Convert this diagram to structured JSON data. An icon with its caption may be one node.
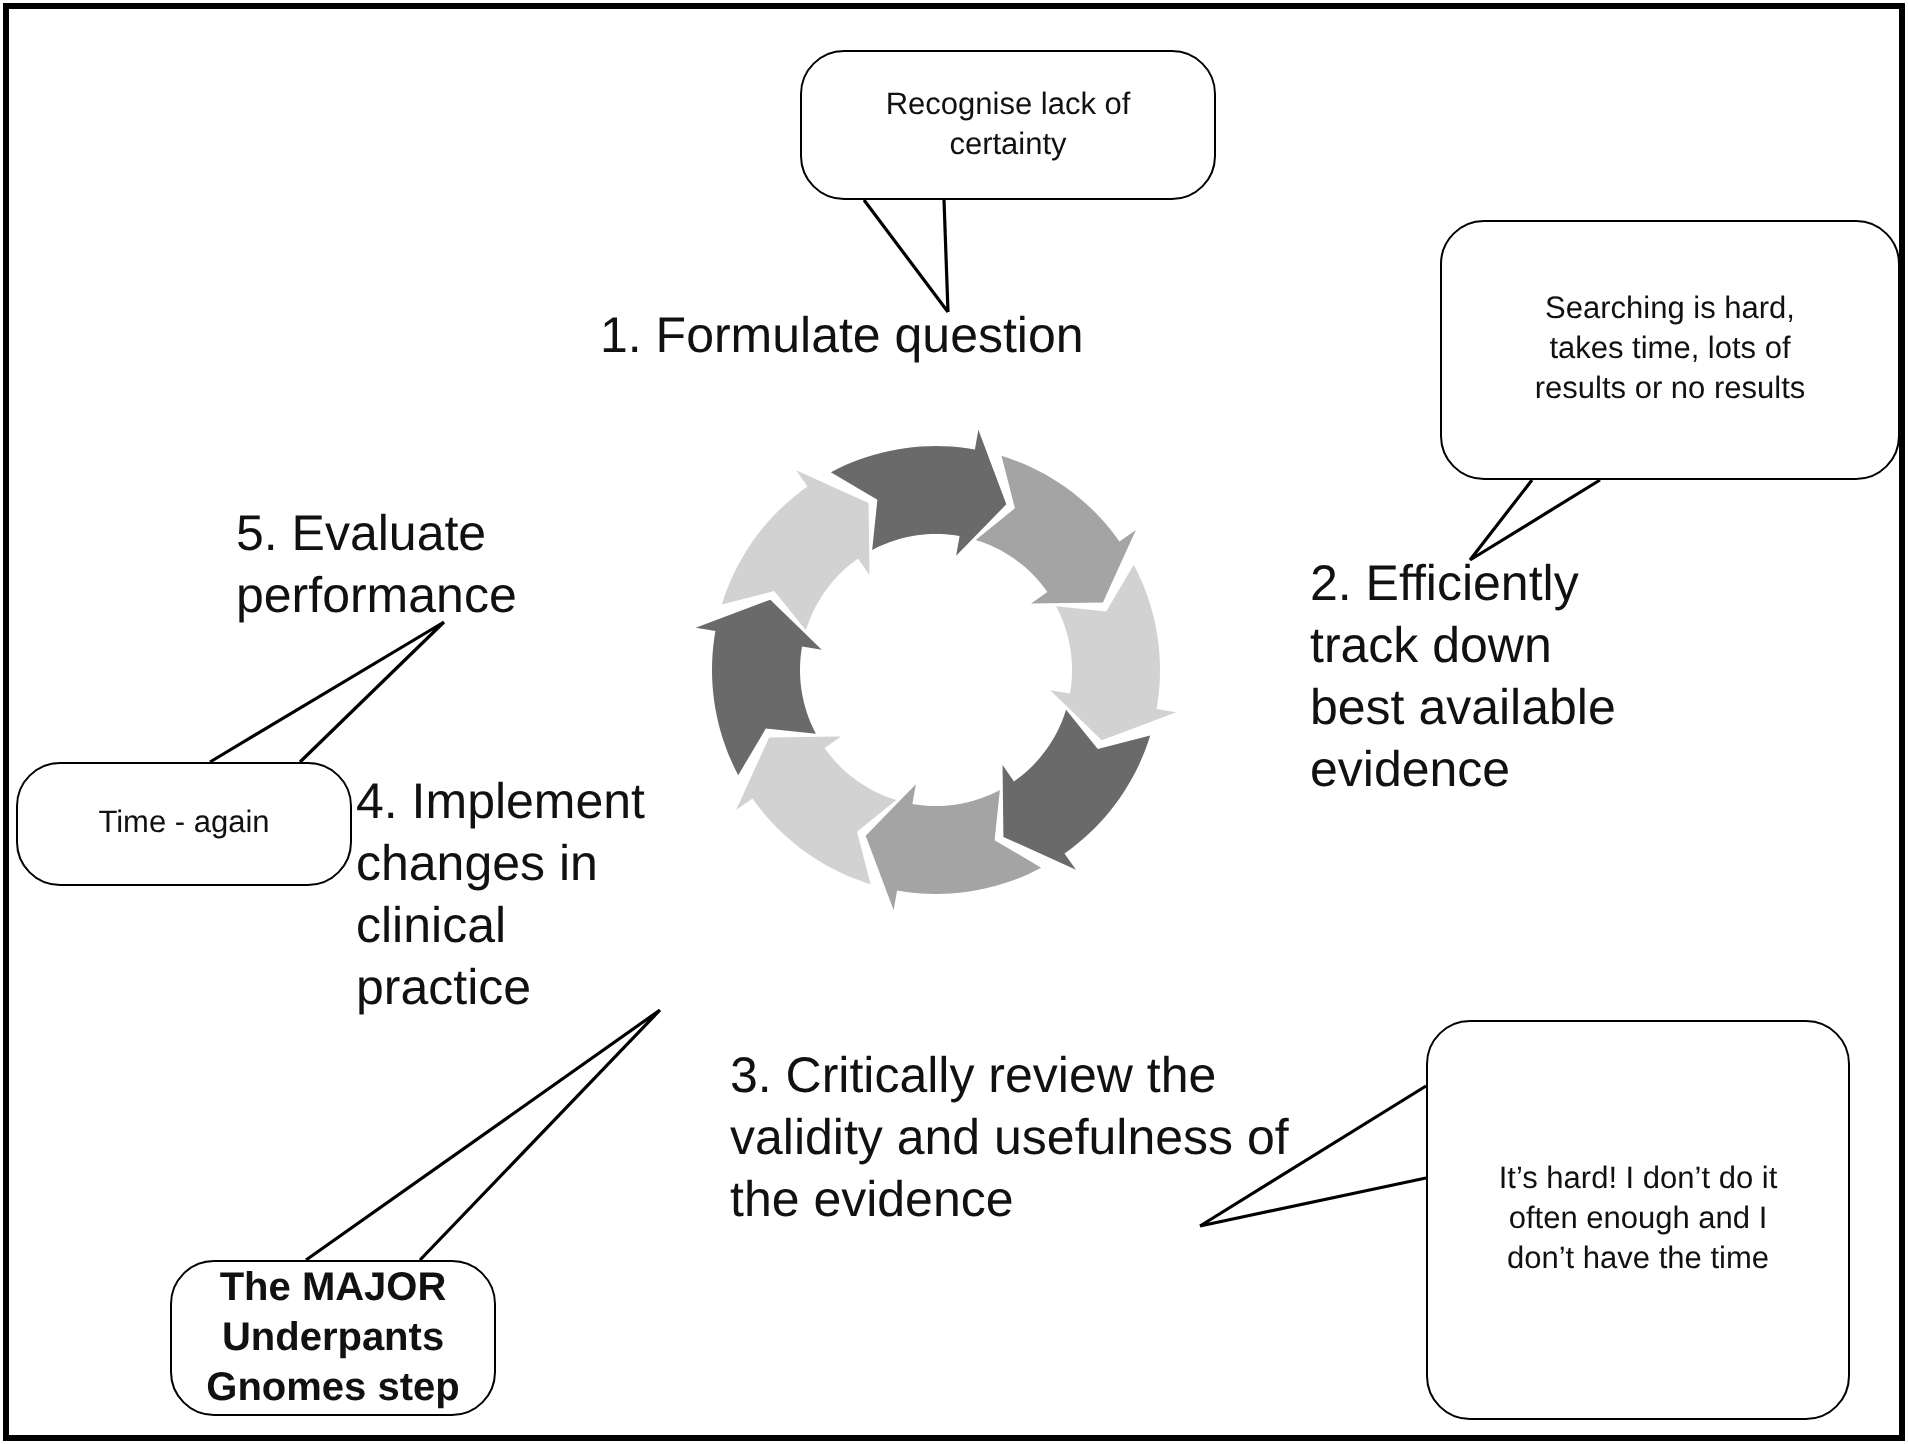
{
  "diagram": {
    "nodes": [
      {
        "text": [
          "1. Formulate question"
        ]
      },
      {
        "text": [
          "2. Efficiently track down best available evidence"
        ]
      },
      {
        "text": [
          "3. Critically review the validity and usefulness of the evidence"
        ]
      },
      {
        "text": [
          "4. Implement changes in clinical practice"
        ]
      },
      {
        "text": [
          "5. Evaluate performance"
        ]
      },
      {
        "text": [
          "Recognise lack of certainty"
        ]
      },
      {
        "text": [
          "Searching is hard, takes time, lots of results or no results"
        ]
      },
      {
        "text": [
          "Time - again"
        ]
      },
      {
        "text": [
          "The MAJOR Underpants Gnomes step"
        ]
      },
      {
        "text": [
          "It’s hard! I don’t do it often enough and I don’t have the time"
        ]
      }
    ],
    "edges": [
      {
        "from": 5,
        "to": 0,
        "arrow": "none"
      },
      {
        "from": 6,
        "to": 1,
        "arrow": "none"
      },
      {
        "from": 7,
        "to": 4,
        "arrow": "none"
      },
      {
        "from": 8,
        "to": 3,
        "arrow": "none"
      },
      {
        "from": 9,
        "to": 2,
        "arrow": "none"
      }
    ]
  }
}
